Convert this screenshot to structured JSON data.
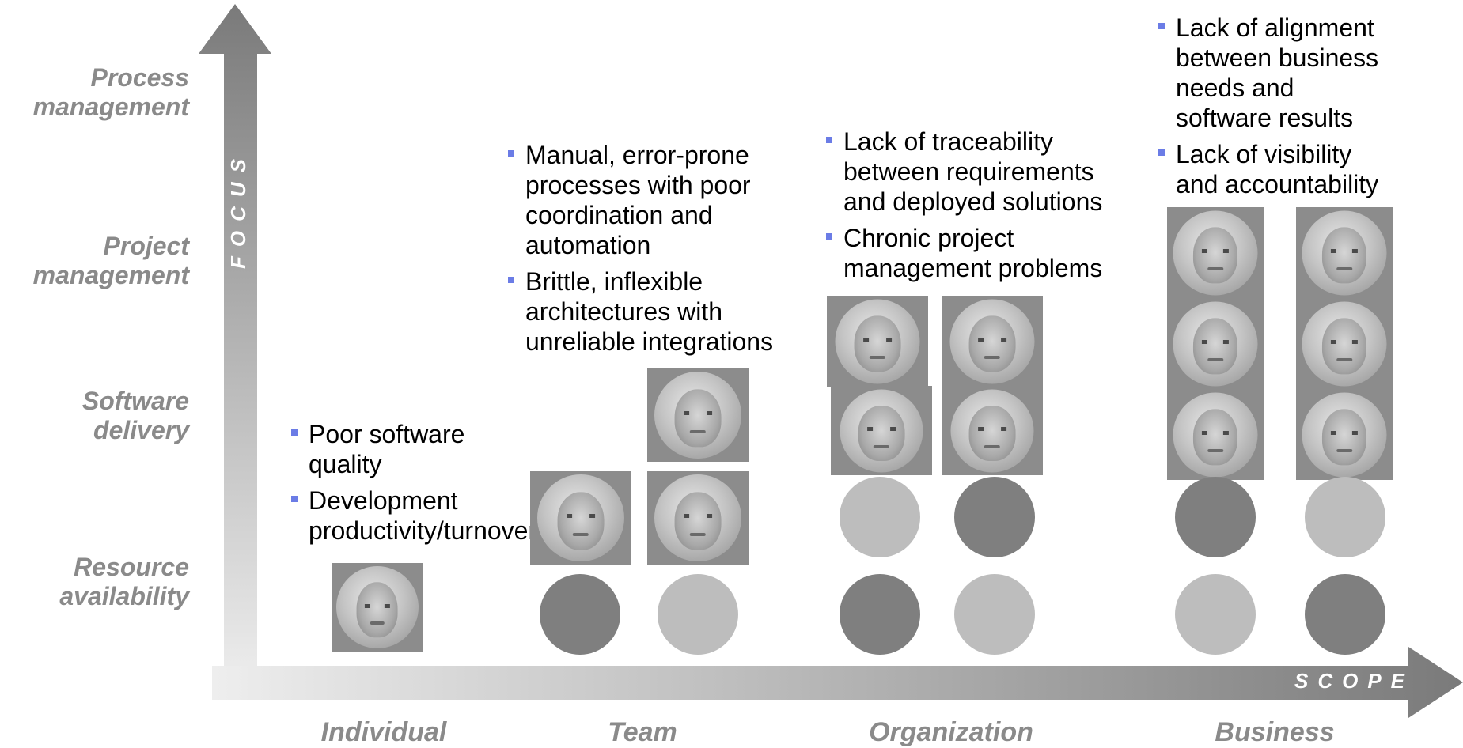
{
  "y_axis": {
    "title": "FOCUS",
    "levels": [
      "Process\nmanagement",
      "Project\nmanagement",
      "Software\ndelivery",
      "Resource\navailability"
    ]
  },
  "x_axis": {
    "title": "SCOPE",
    "levels": [
      "Individual",
      "Team",
      "Organization",
      "Business"
    ]
  },
  "columns": {
    "individual": {
      "bullets": [
        "Poor software\nquality",
        "Development\nproductivity/turnover"
      ]
    },
    "team": {
      "bullets": [
        "Manual, error-prone\nprocesses with poor\ncoordination and\nautomation",
        "Brittle, inflexible\narchitectures with\nunreliable integrations"
      ]
    },
    "organization": {
      "bullets": [
        "Lack of traceability\nbetween requirements\nand deployed solutions",
        "Chronic project\nmanagement problems"
      ]
    },
    "business": {
      "bullets": [
        "Lack of alignment\nbetween business\nneeds and\nsoftware results",
        "Lack of visibility\nand accountability"
      ]
    }
  },
  "colors": {
    "bullet_marker": "#6b7ce6",
    "axis_label": "#8a8a8a",
    "dark_circle": "#7f7f7f",
    "light_circle": "#bdbdbd"
  }
}
